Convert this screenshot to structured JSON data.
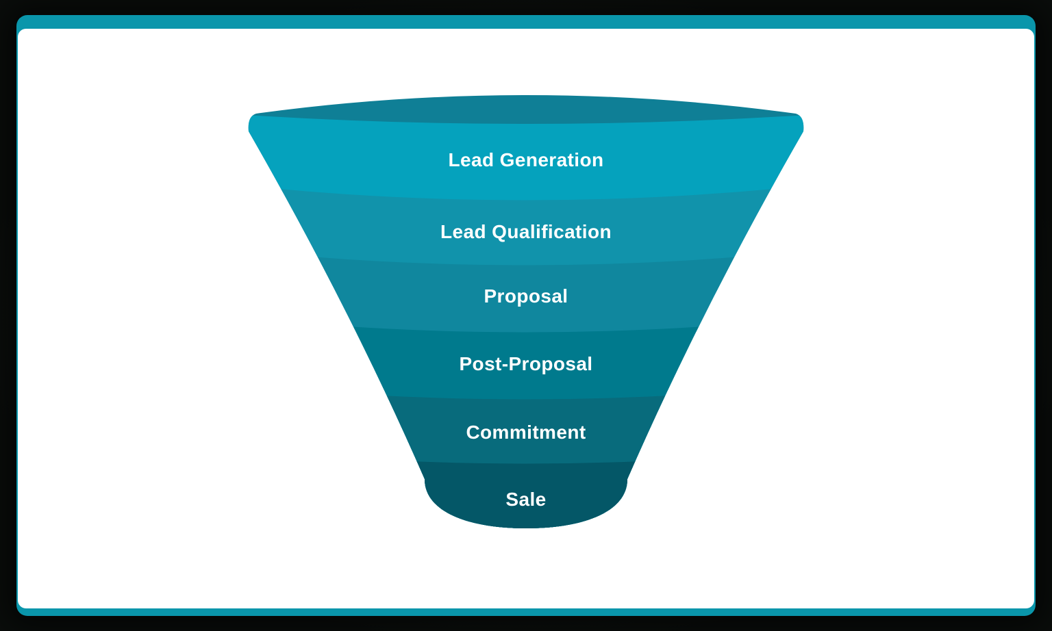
{
  "window": {
    "background_color": "#161c18",
    "card_background": "#ffffff",
    "accent_bar_color": "#0a96ab"
  },
  "funnel": {
    "type": "funnel-diagram",
    "mouth_color": "#0f7f96",
    "label_color": "#ffffff",
    "stages": [
      {
        "label": "Lead Generation",
        "color": "#05a2bd"
      },
      {
        "label": "Lead Qualification",
        "color": "#1193ab"
      },
      {
        "label": "Proposal",
        "color": "#10879e"
      },
      {
        "label": "Post-Proposal",
        "color": "#007a8d"
      },
      {
        "label": "Commitment",
        "color": "#086b7c"
      },
      {
        "label": "Sale",
        "color": "#045767"
      }
    ]
  }
}
